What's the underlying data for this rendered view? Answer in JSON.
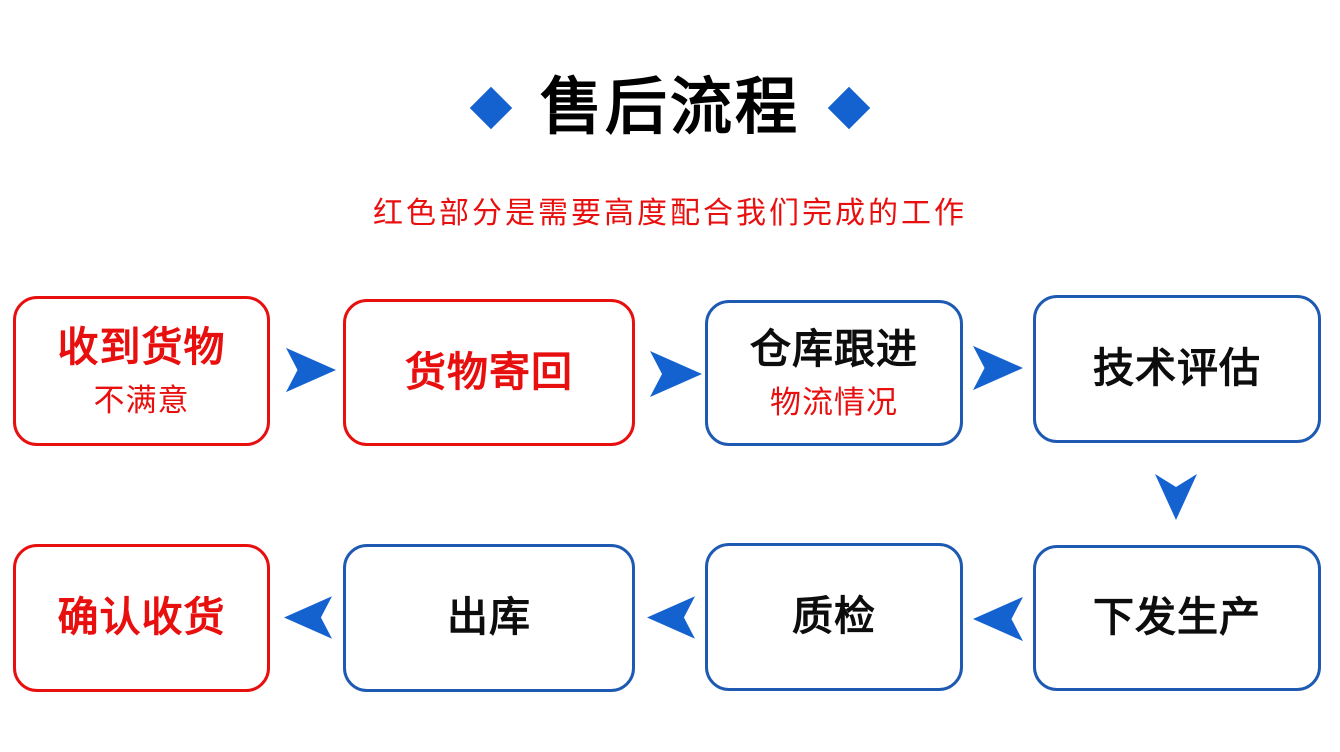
{
  "header": {
    "title": "售后流程",
    "subtitle": "红色部分是需要高度配合我们完成的工作"
  },
  "colors": {
    "accent_blue": "#1462d0",
    "box_border_blue": "#1e5ab2",
    "highlight_red": "#e80f0f",
    "text_black": "#0d0d0d",
    "background": "#ffffff"
  },
  "icons": {
    "diamond": "diamond-icon (rotated square, blue)",
    "arrow_right": "arrow-right-icon (blue dart)",
    "arrow_left": "arrow-left-icon (blue dart)",
    "arrow_down": "arrow-down-icon (blue dart)"
  },
  "flow": {
    "top_row": [
      {
        "id": "receive-goods",
        "label": "收到货物",
        "sublabel": "不满意",
        "border": "red",
        "label_color": "red",
        "sublabel_color": "red"
      },
      {
        "id": "return-goods",
        "label": "货物寄回",
        "border": "red",
        "label_color": "red"
      },
      {
        "id": "warehouse-follow-up",
        "label": "仓库跟进",
        "sublabel": "物流情况",
        "border": "blue",
        "label_color": "black",
        "sublabel_color": "red"
      },
      {
        "id": "technical-evaluation",
        "label": "技术评估",
        "border": "blue",
        "label_color": "black"
      }
    ],
    "bottom_row": [
      {
        "id": "confirm-receipt",
        "label": "确认收货",
        "border": "red",
        "label_color": "red"
      },
      {
        "id": "outbound",
        "label": "出库",
        "border": "blue",
        "label_color": "black"
      },
      {
        "id": "quality-inspection",
        "label": "质检",
        "border": "blue",
        "label_color": "black"
      },
      {
        "id": "issue-production",
        "label": "下发生产",
        "border": "blue",
        "label_color": "black"
      }
    ],
    "sequence": "收到货物(不满意) → 货物寄回 → 仓库跟进(物流情况) → 技术评估 ↓ 下发生产 → 质检 → 出库 → 确认收货"
  }
}
